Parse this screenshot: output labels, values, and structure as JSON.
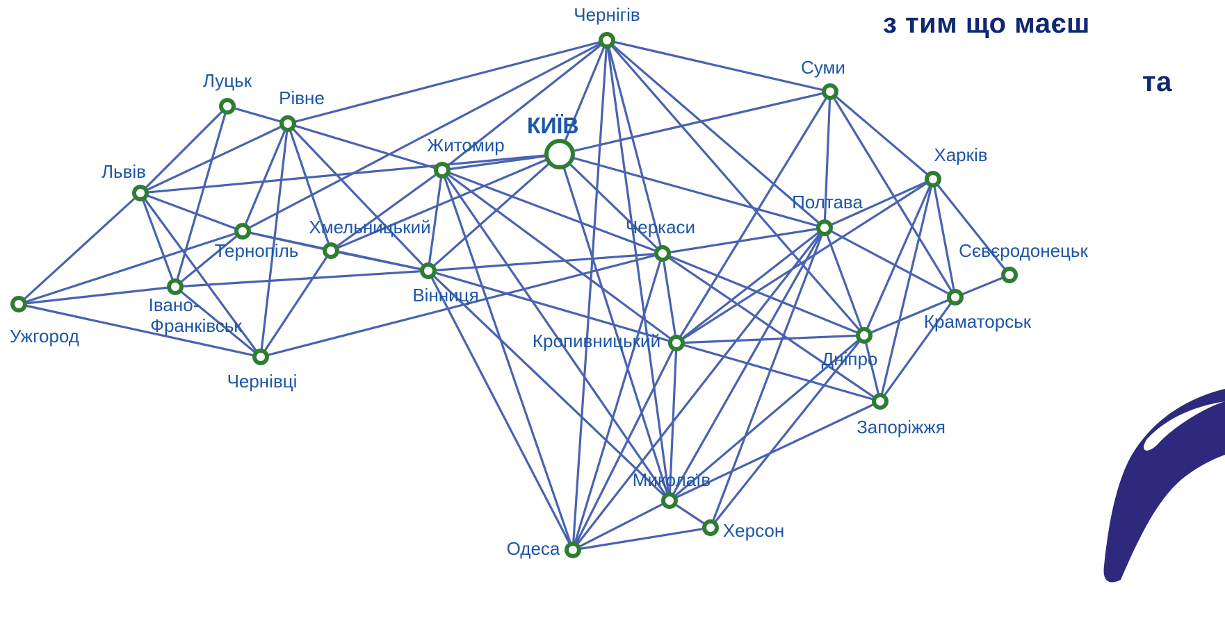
{
  "headline": {
    "line1": "з тим що маєш",
    "line2": "та"
  },
  "colors": {
    "edge": "#4a63b0",
    "node_ring": "#2e7d32",
    "label": "#1d56a8",
    "headline": "#0f2872",
    "brush": "#2d2a7e"
  },
  "cities": [
    {
      "id": "kyiv",
      "label": "КИЇВ",
      "capital": true
    },
    {
      "id": "chernihiv",
      "label": "Чернігів"
    },
    {
      "id": "sumy",
      "label": "Суми"
    },
    {
      "id": "kharkiv",
      "label": "Харків"
    },
    {
      "id": "lutsk",
      "label": "Луцьк"
    },
    {
      "id": "rivne",
      "label": "Рівне"
    },
    {
      "id": "lviv",
      "label": "Львів"
    },
    {
      "id": "zhytomyr",
      "label": "Житомир"
    },
    {
      "id": "khmelnytskyi",
      "label": "Хмельницький"
    },
    {
      "id": "ternopil",
      "label": "Тернопіль"
    },
    {
      "id": "cherkasy",
      "label": "Черкаси"
    },
    {
      "id": "poltava",
      "label": "Полтава"
    },
    {
      "id": "sievierodonetsk",
      "label": "Сєвєродонецьк"
    },
    {
      "id": "uzhhorod",
      "label": "Ужгород"
    },
    {
      "id": "ivano_frankivsk",
      "label": "Івано-Франківськ"
    },
    {
      "id": "vinnytsia",
      "label": "Вінниця"
    },
    {
      "id": "kramatorsk",
      "label": "Краматорськ"
    },
    {
      "id": "kropyvnytskyi",
      "label": "Кропивницький"
    },
    {
      "id": "dnipro",
      "label": "Дніпро"
    },
    {
      "id": "chernivtsi",
      "label": "Чернівці"
    },
    {
      "id": "zaporizhzhia",
      "label": "Запоріжжя"
    },
    {
      "id": "mykolaiv",
      "label": "Миколаїв"
    },
    {
      "id": "kherson",
      "label": "Херсон"
    },
    {
      "id": "odesa",
      "label": "Одеса"
    }
  ],
  "connections": [
    [
      "chernihiv",
      "sumy"
    ],
    [
      "chernihiv",
      "zhytomyr"
    ],
    [
      "chernihiv",
      "kyiv"
    ],
    [
      "chernihiv",
      "rivne"
    ],
    [
      "chernihiv",
      "ternopil"
    ],
    [
      "chernihiv",
      "cherkasy"
    ],
    [
      "chernihiv",
      "poltava"
    ],
    [
      "chernihiv",
      "dnipro"
    ],
    [
      "chernihiv",
      "odesa"
    ],
    [
      "chernihiv",
      "mykolaiv"
    ],
    [
      "sumy",
      "kyiv"
    ],
    [
      "sumy",
      "poltava"
    ],
    [
      "sumy",
      "kharkiv"
    ],
    [
      "sumy",
      "kramatorsk"
    ],
    [
      "sumy",
      "kropyvnytskyi"
    ],
    [
      "kharkiv",
      "poltava"
    ],
    [
      "kharkiv",
      "kramatorsk"
    ],
    [
      "kharkiv",
      "sievierodonetsk"
    ],
    [
      "kharkiv",
      "zaporizhzhia"
    ],
    [
      "kharkiv",
      "dnipro"
    ],
    [
      "kharkiv",
      "kropyvnytskyi"
    ],
    [
      "sievierodonetsk",
      "kramatorsk"
    ],
    [
      "kramatorsk",
      "zaporizhzhia"
    ],
    [
      "kramatorsk",
      "dnipro"
    ],
    [
      "kramatorsk",
      "poltava"
    ],
    [
      "lutsk",
      "lviv"
    ],
    [
      "lutsk",
      "rivne"
    ],
    [
      "lutsk",
      "ivano_frankivsk"
    ],
    [
      "rivne",
      "lviv"
    ],
    [
      "rivne",
      "zhytomyr"
    ],
    [
      "rivne",
      "ternopil"
    ],
    [
      "rivne",
      "khmelnytskyi"
    ],
    [
      "rivne",
      "chernivtsi"
    ],
    [
      "rivne",
      "vinnytsia"
    ],
    [
      "lviv",
      "kyiv"
    ],
    [
      "lviv",
      "ternopil"
    ],
    [
      "lviv",
      "ivano_frankivsk"
    ],
    [
      "lviv",
      "uzhhorod"
    ],
    [
      "lviv",
      "chernivtsi"
    ],
    [
      "kyiv",
      "zhytomyr"
    ],
    [
      "kyiv",
      "khmelnytskyi"
    ],
    [
      "kyiv",
      "cherkasy"
    ],
    [
      "kyiv",
      "poltava"
    ],
    [
      "kyiv",
      "vinnytsia"
    ],
    [
      "kyiv",
      "mykolaiv"
    ],
    [
      "zhytomyr",
      "khmelnytskyi"
    ],
    [
      "zhytomyr",
      "vinnytsia"
    ],
    [
      "zhytomyr",
      "cherkasy"
    ],
    [
      "zhytomyr",
      "odesa"
    ],
    [
      "zhytomyr",
      "mykolaiv"
    ],
    [
      "zhytomyr",
      "kropyvnytskyi"
    ],
    [
      "khmelnytskyi",
      "chernivtsi"
    ],
    [
      "khmelnytskyi",
      "vinnytsia"
    ],
    [
      "khmelnytskyi",
      "ternopil"
    ],
    [
      "ternopil",
      "uzhhorod"
    ],
    [
      "ternopil",
      "ivano_frankivsk"
    ],
    [
      "ternopil",
      "vinnytsia"
    ],
    [
      "uzhhorod",
      "ivano_frankivsk"
    ],
    [
      "uzhhorod",
      "chernivtsi"
    ],
    [
      "ivano_frankivsk",
      "vinnytsia"
    ],
    [
      "ivano_frankivsk",
      "chernivtsi"
    ],
    [
      "chernivtsi",
      "cherkasy"
    ],
    [
      "vinnytsia",
      "cherkasy"
    ],
    [
      "vinnytsia",
      "kropyvnytskyi"
    ],
    [
      "vinnytsia",
      "odesa"
    ],
    [
      "vinnytsia",
      "mykolaiv"
    ],
    [
      "cherkasy",
      "poltava"
    ],
    [
      "cherkasy",
      "kropyvnytskyi"
    ],
    [
      "cherkasy",
      "dnipro"
    ],
    [
      "cherkasy",
      "zaporizhzhia"
    ],
    [
      "cherkasy",
      "odesa"
    ],
    [
      "poltava",
      "dnipro"
    ],
    [
      "poltava",
      "kropyvnytskyi"
    ],
    [
      "poltava",
      "odesa"
    ],
    [
      "poltava",
      "mykolaiv"
    ],
    [
      "poltava",
      "kherson"
    ],
    [
      "kropyvnytskyi",
      "dnipro"
    ],
    [
      "kropyvnytskyi",
      "odesa"
    ],
    [
      "kropyvnytskyi",
      "mykolaiv"
    ],
    [
      "kropyvnytskyi",
      "zaporizhzhia"
    ],
    [
      "dnipro",
      "zaporizhzhia"
    ],
    [
      "dnipro",
      "mykolaiv"
    ],
    [
      "dnipro",
      "kherson"
    ],
    [
      "zaporizhzhia",
      "mykolaiv"
    ],
    [
      "mykolaiv",
      "odesa"
    ],
    [
      "mykolaiv",
      "kherson"
    ],
    [
      "odesa",
      "kherson"
    ]
  ]
}
